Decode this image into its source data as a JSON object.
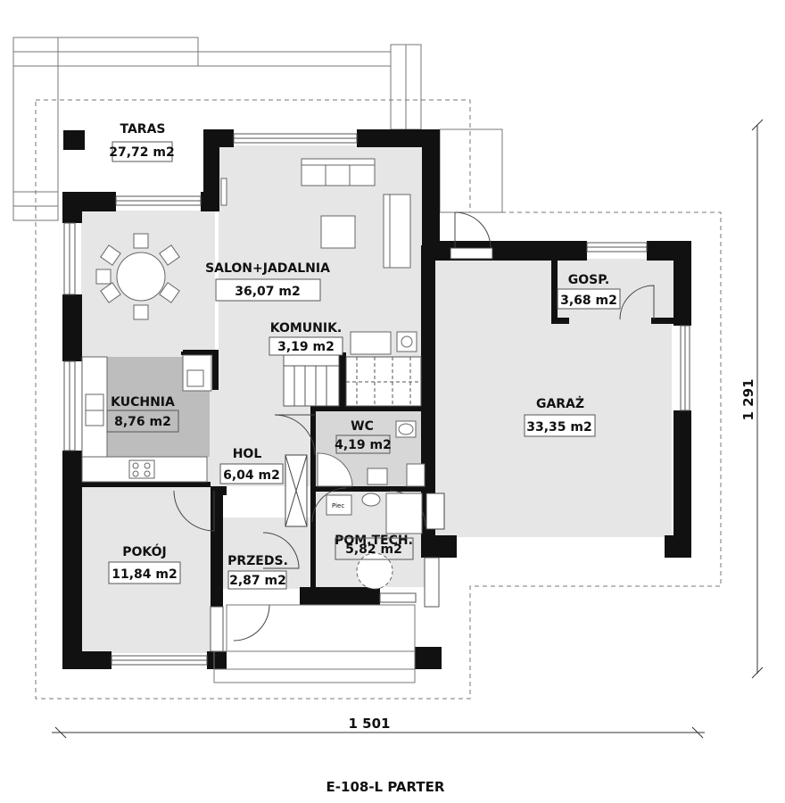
{
  "plan": {
    "title": "E-108-L PARTER",
    "dimensions": {
      "width": "1 501",
      "depth": "1 291"
    },
    "colors": {
      "wall": "#111111",
      "kitchen": "#bdbdbd",
      "floor": "#e6e6e6",
      "bath": "#d7d7d7",
      "white": "#ffffff"
    },
    "rooms": [
      {
        "id": "taras",
        "name": "TARAS",
        "area": "27,72 m2"
      },
      {
        "id": "salon",
        "name": "SALON+JADALNIA",
        "area": "36,07 m2"
      },
      {
        "id": "komunik",
        "name": "KOMUNIK.",
        "area": "3,19 m2"
      },
      {
        "id": "kuchnia",
        "name": "KUCHNIA",
        "area": "8,76 m2"
      },
      {
        "id": "wc",
        "name": "WC",
        "area": "4,19 m2"
      },
      {
        "id": "hol",
        "name": "HOL",
        "area": "6,04 m2"
      },
      {
        "id": "gosp",
        "name": "GOSP.",
        "area": "3,68 m2"
      },
      {
        "id": "garaz",
        "name": "GARAŻ",
        "area": "33,35 m2"
      },
      {
        "id": "pokoj",
        "name": "POKÓJ",
        "area": "11,84 m2"
      },
      {
        "id": "przeds",
        "name": "PRZEDS.",
        "area": "2,87 m2"
      },
      {
        "id": "pomtech",
        "name": "POM.TECH.",
        "area": "5,82 m2"
      }
    ],
    "fixtures": {
      "furnace_label": "Piec"
    }
  }
}
